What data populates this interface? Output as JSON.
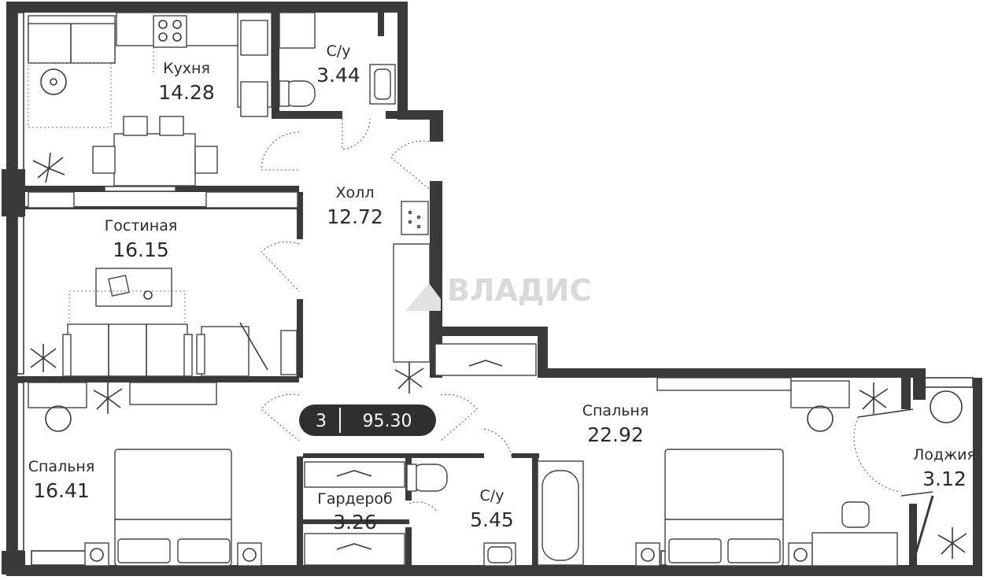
{
  "rooms": [
    {
      "id": "kitchen",
      "name": "Кухня",
      "area": "14.28"
    },
    {
      "id": "bathroom-top",
      "name": "С/у",
      "area": "3.44"
    },
    {
      "id": "hall",
      "name": "Холл",
      "area": "12.72"
    },
    {
      "id": "living",
      "name": "Гостиная",
      "area": "16.15"
    },
    {
      "id": "bedroom-left",
      "name": "Спальня",
      "area": "16.41"
    },
    {
      "id": "wardrobe",
      "name": "Гардероб",
      "area": "3.26"
    },
    {
      "id": "bathroom-bottom",
      "name": "С/у",
      "area": "5.45"
    },
    {
      "id": "bedroom-right",
      "name": "Спальня",
      "area": "22.92"
    },
    {
      "id": "loggia",
      "name": "Лоджия",
      "area": "3.12"
    }
  ],
  "summary": {
    "room_count": "3",
    "total_area": "95.30"
  },
  "watermark": {
    "text": "ВЛАДИС"
  },
  "colors": {
    "wall": "#3a3a3a",
    "badge": "#2f2f2f",
    "watermark": "#d9d9d9"
  }
}
